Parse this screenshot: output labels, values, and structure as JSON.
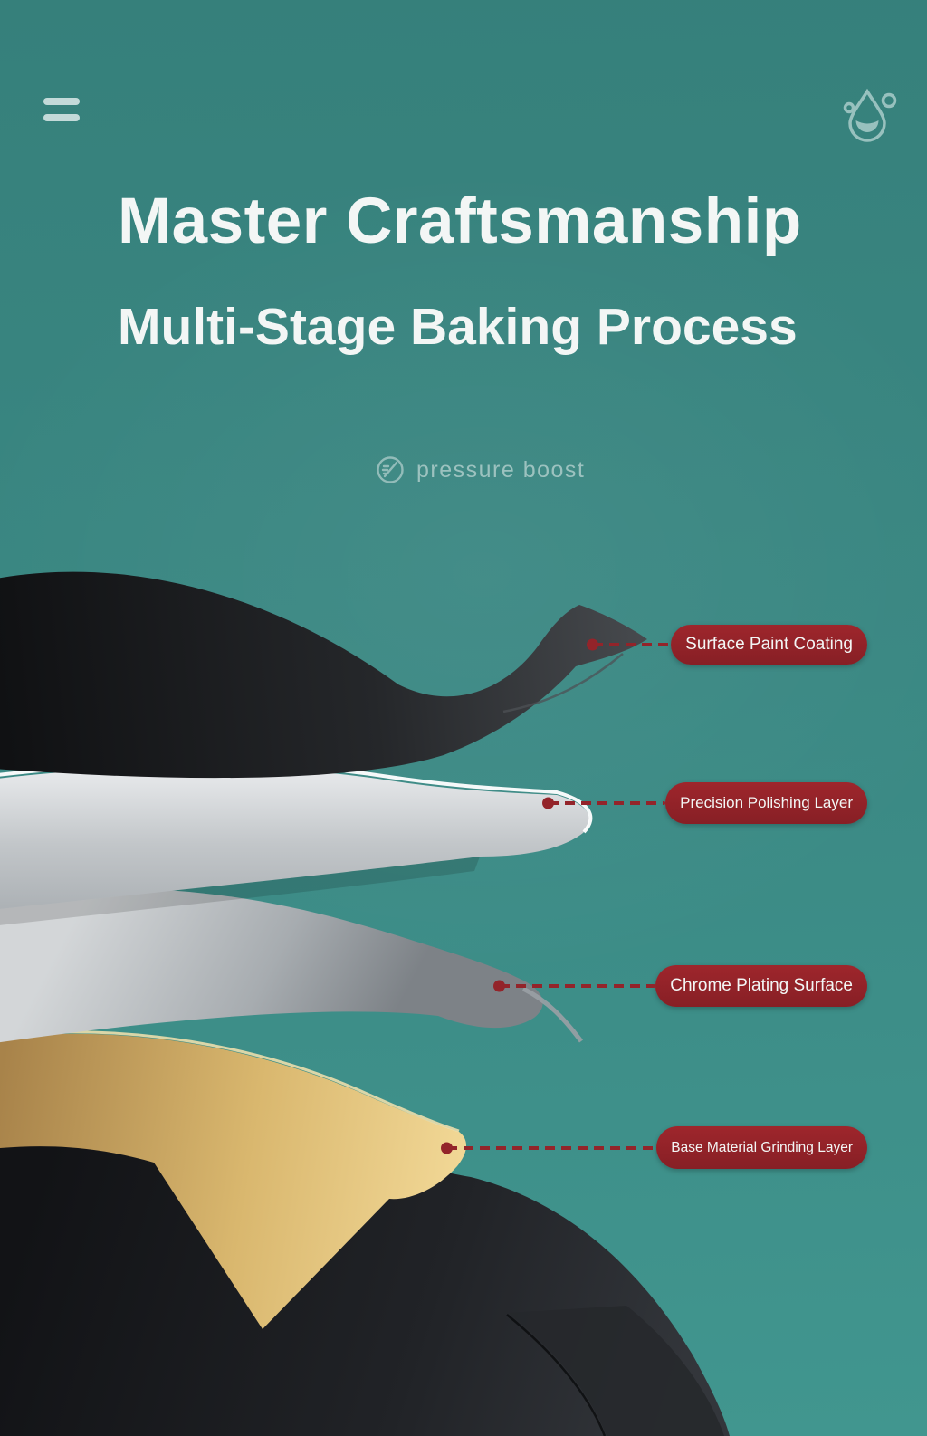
{
  "header": {
    "menu_icon": "hamburger-menu",
    "logo_icon": "water-drop"
  },
  "hero": {
    "title": "Master Craftsmanship",
    "subtitle": "Multi-Stage Baking Process"
  },
  "badge": {
    "icon": "pressure-icon",
    "label": "pressure boost"
  },
  "callouts": [
    {
      "label": "Surface Paint Coating"
    },
    {
      "label": "Precision Polishing Layer"
    },
    {
      "label": "Chrome Plating Surface"
    },
    {
      "label": "Base Material Grinding Layer"
    }
  ],
  "product_layers": [
    "surface-paint-coating-layer",
    "precision-polishing-layer",
    "chrome-plating-layer",
    "base-material-grinding-layer",
    "faucet-body"
  ],
  "colors": {
    "accent_red": "#93242a",
    "background_teal": "#3a8883",
    "text_white": "#f3f6f5",
    "muted_teal_text": "#9cc2bf",
    "gold": "#d9b76e",
    "silver": "#c6c9cc",
    "black_layer": "#1a1b1e"
  }
}
